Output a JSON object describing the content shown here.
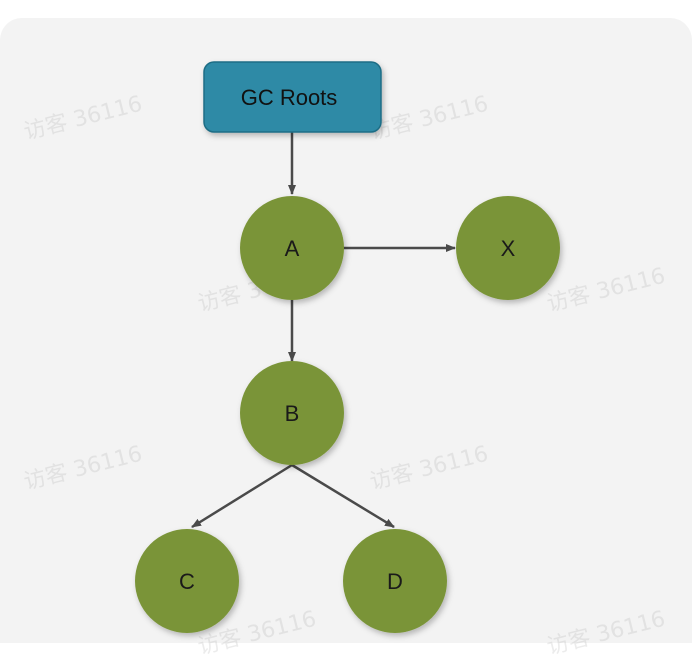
{
  "diagram": {
    "root": {
      "label": "GC Roots",
      "fill": "#2e8aa6",
      "stroke": "#1f6d85"
    },
    "nodes": {
      "A": {
        "label": "A"
      },
      "X": {
        "label": "X"
      },
      "B": {
        "label": "B"
      },
      "C": {
        "label": "C"
      },
      "D": {
        "label": "D"
      }
    },
    "edges": [
      {
        "from": "GC Roots",
        "to": "A"
      },
      {
        "from": "A",
        "to": "X"
      },
      {
        "from": "A",
        "to": "B"
      },
      {
        "from": "B",
        "to": "C"
      },
      {
        "from": "B",
        "to": "D"
      }
    ],
    "node_fill": "#7a9438",
    "edge_color": "#4a4a4a"
  },
  "watermark": {
    "text": "访客 36116"
  }
}
